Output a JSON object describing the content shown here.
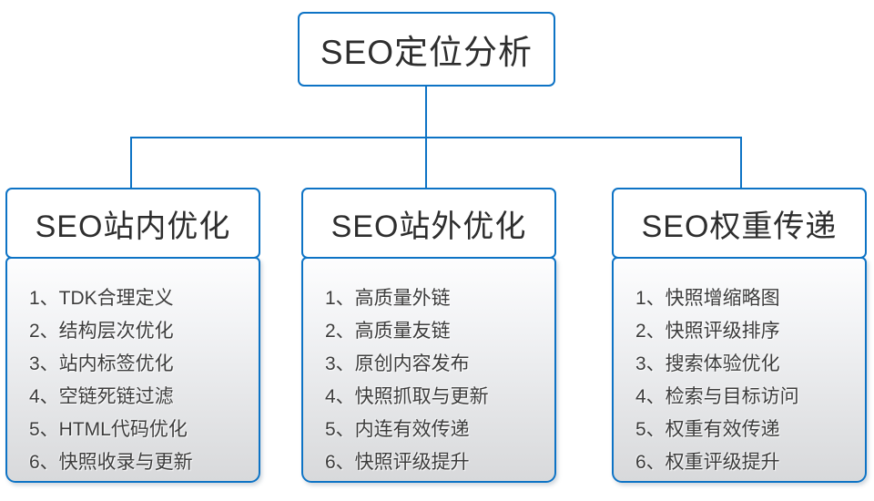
{
  "root": {
    "title": "SEO定位分析"
  },
  "branches": [
    {
      "title": "SEO站内优化",
      "items": [
        "1、TDK合理定义",
        "2、结构层次优化",
        "3、站内标签优化",
        "4、空链死链过滤",
        "5、HTML代码优化",
        "6、快照收录与更新"
      ]
    },
    {
      "title": "SEO站外优化",
      "items": [
        "1、高质量外链",
        "2、高质量友链",
        "3、原创内容发布",
        "4、快照抓取与更新",
        "5、内连有效传递",
        "6、快照评级提升"
      ]
    },
    {
      "title": "SEO权重传递",
      "items": [
        "1、快照增缩略图",
        "2、快照评级排序",
        "3、搜索体验优化",
        "4、检索与目标访问",
        "5、权重有效传递",
        "6、权重评级提升"
      ]
    }
  ],
  "colors": {
    "accent": "#0d73c5",
    "heading_text": "#2e2e2e",
    "item_text": "#3c3c3c",
    "background": "#ffffff"
  }
}
